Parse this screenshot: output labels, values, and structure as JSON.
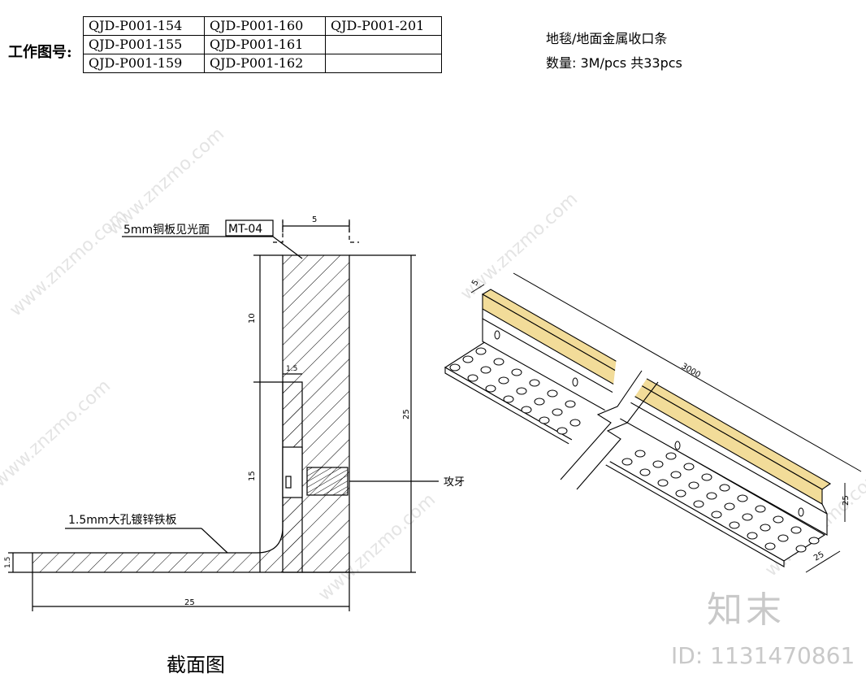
{
  "header": {
    "work_drawing_label": "工作图号:",
    "drawing_numbers": [
      [
        "QJD-P001-154",
        "QJD-P001-160",
        "QJD-P001-201"
      ],
      [
        "QJD-P001-155",
        "QJD-P001-161",
        ""
      ],
      [
        "QJD-P001-159",
        "QJD-P001-162",
        ""
      ]
    ]
  },
  "part": {
    "name": "地毯/地面金属收口条",
    "quantity": "数量: 3M/pcs   共33pcs"
  },
  "section": {
    "plate_note": "5mm铜板见光面",
    "material_tag": "MT-04",
    "iron_note": "1.5mm大孔镀锌铁板",
    "thread_note": "攻牙",
    "dims": {
      "top_width": "5",
      "upper_height": "10",
      "lower_height": "15",
      "total_height": "25",
      "step": "1.5",
      "base_thickness": "1.5",
      "base_length": "25"
    },
    "title": "截面图"
  },
  "isometric": {
    "top_dim": "5",
    "length_dim": "3000",
    "height_dim": "25",
    "base_dim": "25"
  },
  "watermark": {
    "site": "www.znzmo.com",
    "brand": "知末",
    "image_id": "ID: 1131470861"
  },
  "colors": {
    "copper": "#f2dc99",
    "line": "#000000",
    "watermark": "#c9c9c9"
  }
}
